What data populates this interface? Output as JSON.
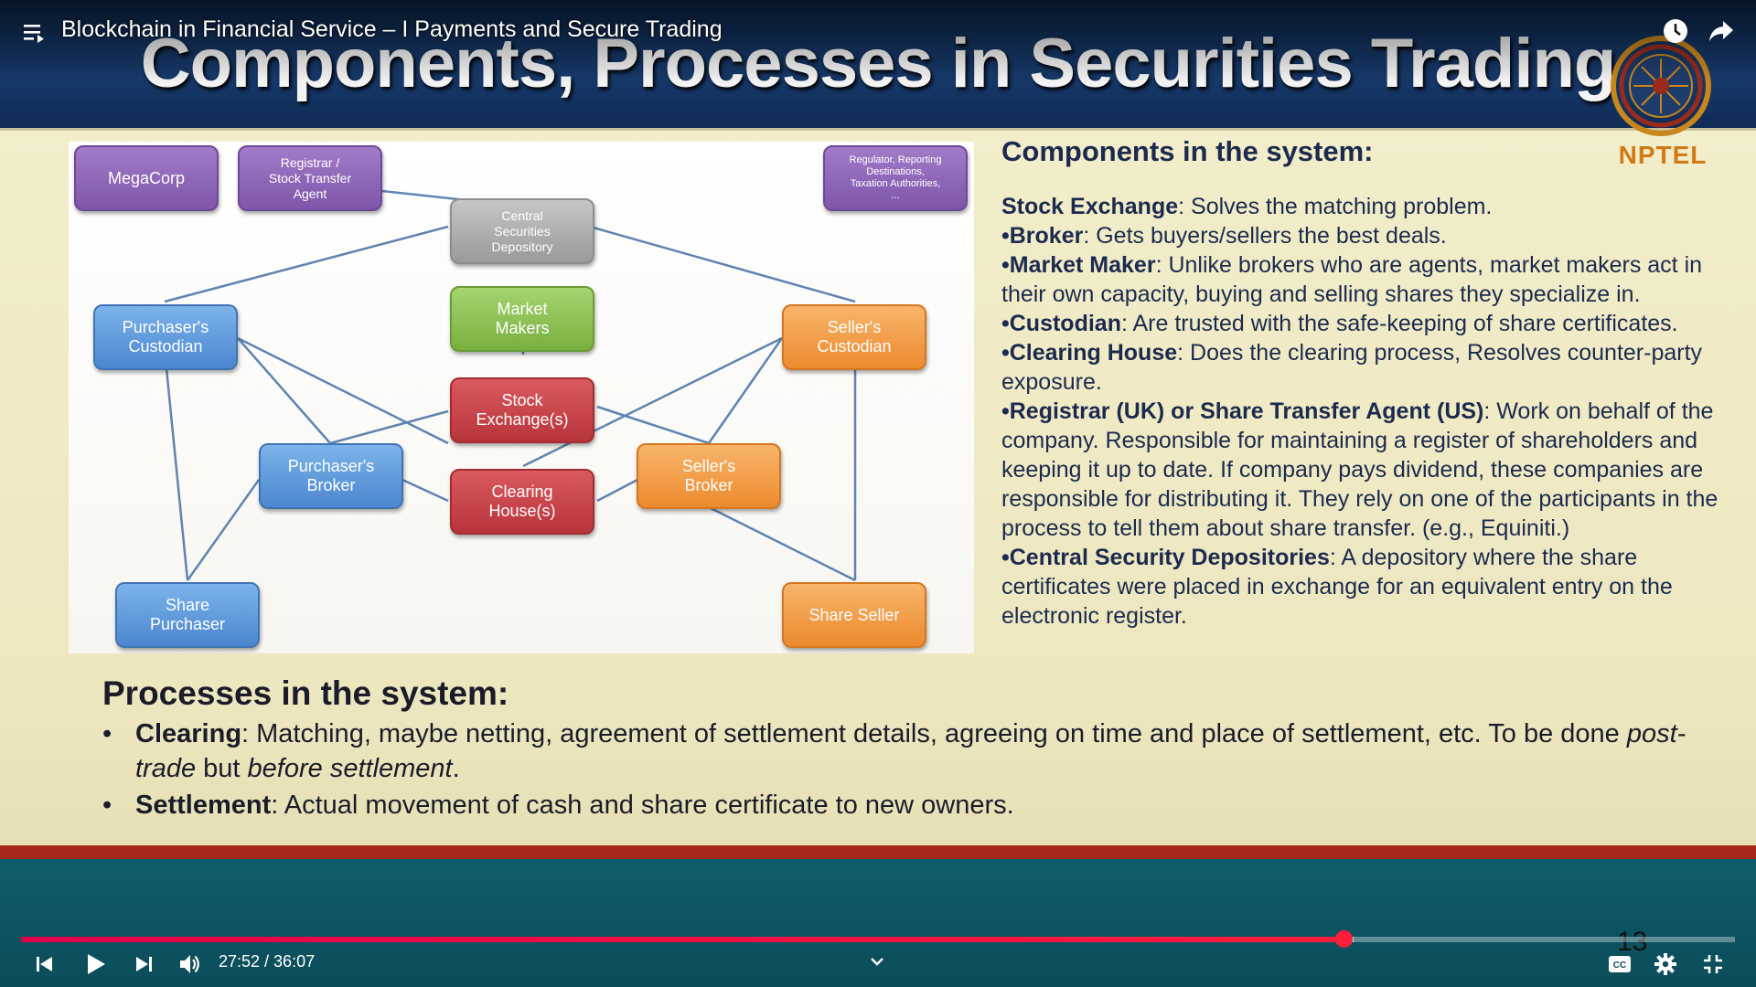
{
  "video": {
    "title": "Blockchain in Financial Service – I Payments and Secure Trading",
    "current_time": "27:52",
    "duration": "36:07",
    "time_display": "27:52 / 36:07",
    "progress": 0.7717,
    "buffered": 0.7775
  },
  "slide": {
    "title": "Components, Processes in Securities Trading",
    "logo_text": "NPTEL",
    "page_number": "13",
    "diagram": {
      "megacorp": "MegaCorp",
      "registrar": "Registrar /\nStock Transfer\nAgent",
      "regulator": "Regulator, Reporting\nDestinations,\nTaxation Authorities,\n...",
      "csd": "Central\nSecurities\nDepository",
      "market_makers": "Market\nMakers",
      "purchasers_custodian": "Purchaser's\nCustodian",
      "sellers_custodian": "Seller's\nCustodian",
      "stock_exchange": "Stock\nExchange(s)",
      "purchasers_broker": "Purchaser's\nBroker",
      "sellers_broker": "Seller's\nBroker",
      "clearing_house": "Clearing\nHouse(s)",
      "share_purchaser": "Share\nPurchaser",
      "share_seller": "Share Seller"
    },
    "components": {
      "heading": "Components in the system:",
      "items": [
        {
          "term": "Stock Exchange",
          "text": ": Solves the matching problem."
        },
        {
          "term": "•Broker",
          "text": ": Gets buyers/sellers the best deals."
        },
        {
          "term": "•Market Maker",
          "text": ": Unlike brokers who are agents, market makers act in their own capacity, buying and selling shares they specialize in."
        },
        {
          "term": "•Custodian",
          "text": ": Are trusted with the safe-keeping of share certificates."
        },
        {
          "term": "•Clearing House",
          "text": ": Does the clearing process, Resolves counter-party exposure."
        },
        {
          "term": "•Registrar (UK) or Share Transfer Agent (US)",
          "text": ": Work on behalf of the company. Responsible for maintaining a register of shareholders and keeping it up to date. If company pays dividend, these companies are responsible for distributing it.  They rely on one of the participants in the process to tell them about share transfer. (e.g., Equiniti.)"
        },
        {
          "term": "•Central Security Depositories",
          "text": ": A depository where the share certificates were placed in exchange for an equivalent entry on the electronic register."
        }
      ]
    },
    "processes": {
      "heading": "Processes in the system:",
      "bullet": "•",
      "clearing_term": "Clearing",
      "clearing_text_a": ": Matching, maybe netting, agreement of settlement details, agreeing on time and place of settlement, etc. To be done ",
      "clearing_em_1": "post-trade",
      "clearing_text_b": " but ",
      "clearing_em_2": "before settlement",
      "clearing_text_c": ".",
      "settlement_term": "Settlement",
      "settlement_text": ": Actual movement of cash and share certificate to new owners."
    }
  },
  "icons": {
    "playlist": "playlist-icon",
    "watch_later": "clock-icon",
    "share": "share-icon",
    "previous": "skip-previous-icon",
    "play": "play-icon",
    "next": "skip-next-icon",
    "volume": "volume-icon",
    "chevron": "chevron-down-icon",
    "captions": "captions-icon",
    "settings": "gear-icon",
    "exit_fullscreen": "exit-fullscreen-icon"
  },
  "colors": {
    "progress_red": "#ff1e3c",
    "title_band": "#17396a",
    "logo_orange": "#d17a16"
  }
}
